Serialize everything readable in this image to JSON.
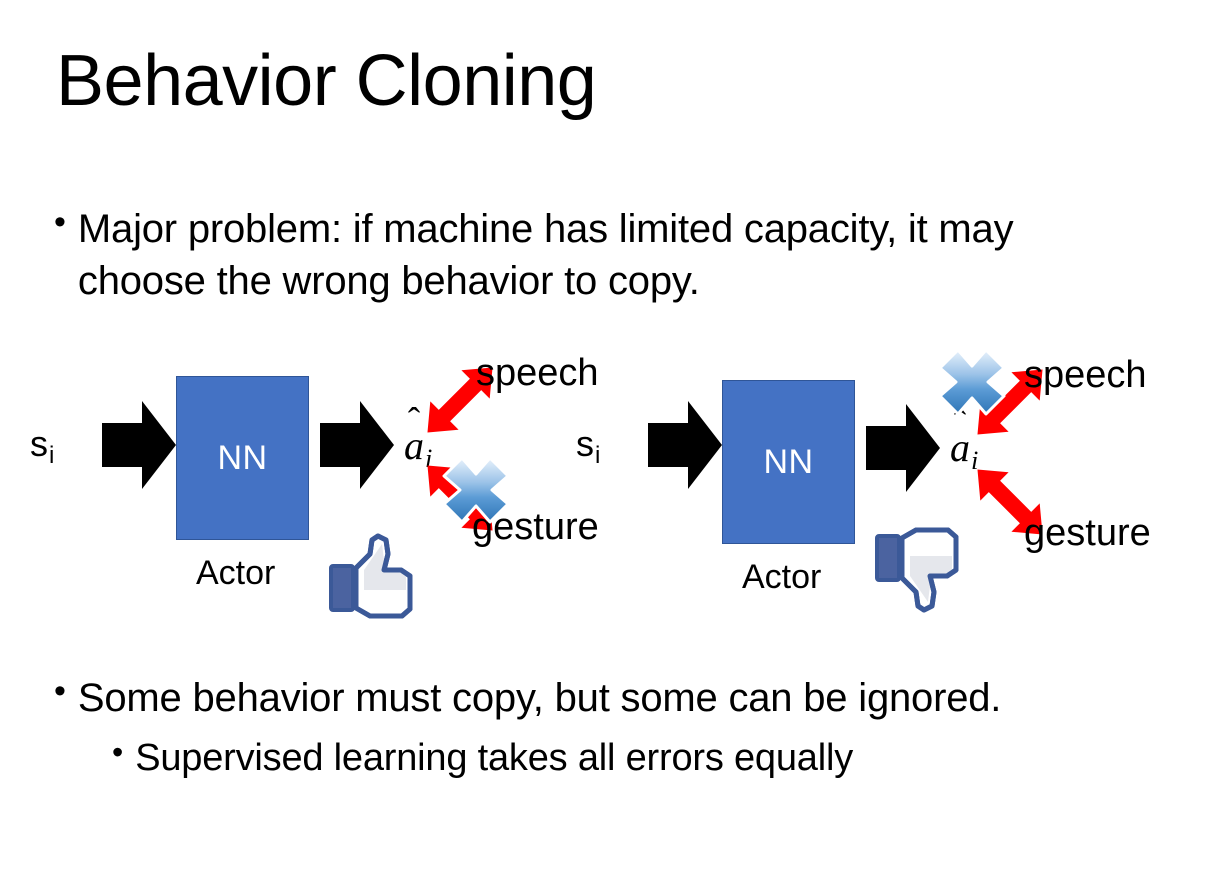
{
  "slide": {
    "title": "Behavior Cloning",
    "background_color": "#FFFFFF"
  },
  "bullets": {
    "top": {
      "marker": "•",
      "text": "Major problem: if machine has limited capacity, it may choose the wrong behavior to copy."
    },
    "bottom": [
      {
        "marker": "•",
        "text": "Some behavior must copy, but some can be ignored.",
        "level": 1
      },
      {
        "marker": "•",
        "text": "Supervised learning takes all errors equally",
        "level": 2
      }
    ]
  },
  "colors": {
    "nn_box_fill": "#4472C4",
    "nn_box_border": "#2F5597",
    "arrow_black": "#000000",
    "arrow_red": "#FF0000",
    "x_blue_light": "#DCEAF9",
    "x_blue_mid": "#6FA8DC",
    "x_blue_dark": "#2E75B6",
    "hand_blue": "#3B5998",
    "hand_fill": "#FFFFFF",
    "hand_shade": "#E4E6EB",
    "text_black": "#000000"
  },
  "diagrams": [
    {
      "id": "left",
      "input_label": {
        "base": "s",
        "subscript": "i"
      },
      "box_label": "NN",
      "box_caption": "Actor",
      "output_label": {
        "base": "a",
        "accent": "hat",
        "subscript": "i"
      },
      "branches": [
        {
          "name": "speech",
          "label": "speech",
          "direction": "up-right",
          "crossed_out": false
        },
        {
          "name": "gesture",
          "label": "gesture",
          "direction": "down-right",
          "crossed_out": true
        }
      ],
      "verdict_icon": "thumbs-up-icon",
      "verdict": "positive"
    },
    {
      "id": "right",
      "input_label": {
        "base": "s",
        "subscript": "i"
      },
      "box_label": "NN",
      "box_caption": "Actor",
      "output_label": {
        "base": "a",
        "accent": "hat",
        "subscript": "i"
      },
      "branches": [
        {
          "name": "speech",
          "label": "speech",
          "direction": "up-right",
          "crossed_out": true
        },
        {
          "name": "gesture",
          "label": "gesture",
          "direction": "down-right",
          "crossed_out": false
        }
      ],
      "verdict_icon": "thumbs-down-icon",
      "verdict": "negative"
    }
  ]
}
